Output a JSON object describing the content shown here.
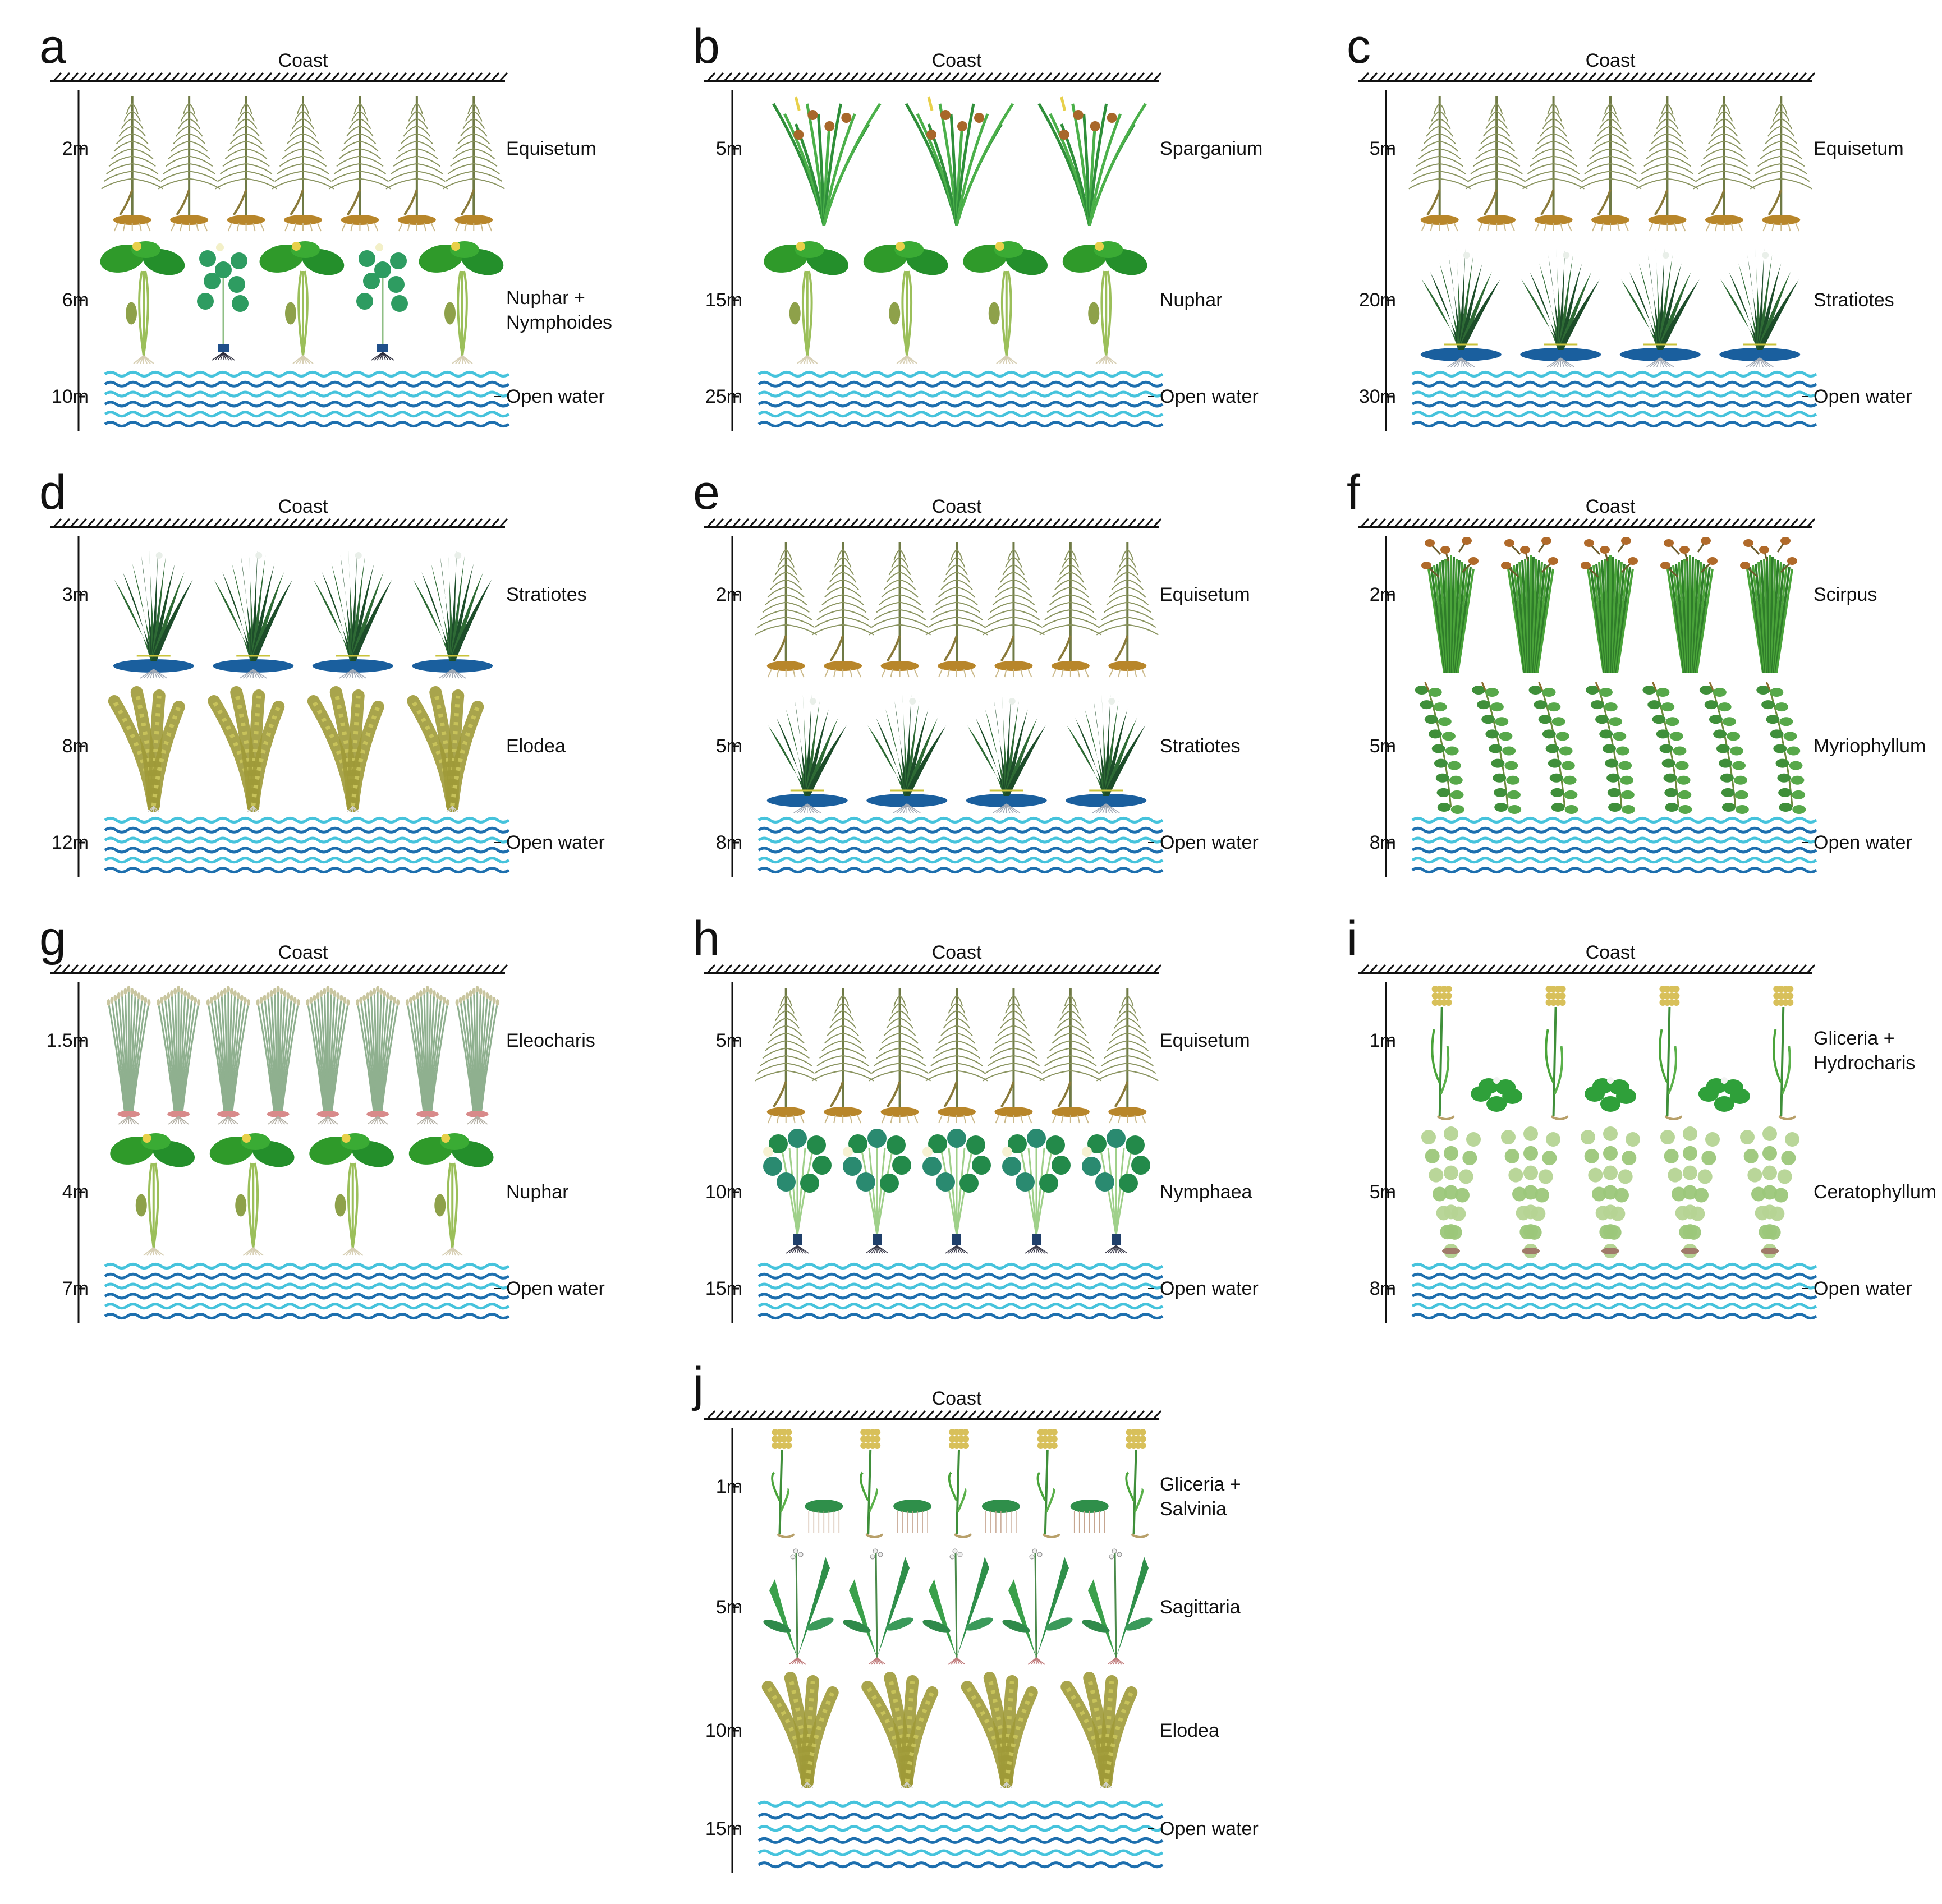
{
  "panels": [
    {
      "letter": "a",
      "coast": "Coast",
      "rows": [
        {
          "depth": "2m",
          "label": "Equisetum",
          "plant": "equisetum"
        },
        {
          "depth": "6m",
          "label": "Nuphar +\nNymphoides",
          "plant": "nuphar-nymphoides"
        },
        {
          "depth": "10m",
          "label": "Open water",
          "plant": "water"
        }
      ]
    },
    {
      "letter": "b",
      "coast": "Coast",
      "rows": [
        {
          "depth": "5m",
          "label": "Sparganium",
          "plant": "sparganium"
        },
        {
          "depth": "15m",
          "label": "Nuphar",
          "plant": "nuphar"
        },
        {
          "depth": "25m",
          "label": "Open water",
          "plant": "water"
        }
      ]
    },
    {
      "letter": "c",
      "coast": "Coast",
      "rows": [
        {
          "depth": "5m",
          "label": "Equisetum",
          "plant": "equisetum"
        },
        {
          "depth": "20m",
          "label": "Stratiotes",
          "plant": "stratiotes"
        },
        {
          "depth": "30m",
          "label": "Open water",
          "plant": "water"
        }
      ]
    },
    {
      "letter": "d",
      "coast": "Coast",
      "rows": [
        {
          "depth": "3m",
          "label": "Stratiotes",
          "plant": "stratiotes"
        },
        {
          "depth": "8m",
          "label": "Elodea",
          "plant": "elodea"
        },
        {
          "depth": "12m",
          "label": "Open water",
          "plant": "water"
        }
      ]
    },
    {
      "letter": "e",
      "coast": "Coast",
      "rows": [
        {
          "depth": "2m",
          "label": "Equisetum",
          "plant": "equisetum"
        },
        {
          "depth": "5m",
          "label": "Stratiotes",
          "plant": "stratiotes"
        },
        {
          "depth": "8m",
          "label": "Open water",
          "plant": "water"
        }
      ]
    },
    {
      "letter": "f",
      "coast": "Coast",
      "rows": [
        {
          "depth": "2m",
          "label": "Scirpus",
          "plant": "scirpus"
        },
        {
          "depth": "5m",
          "label": "Myriophyllum",
          "plant": "myriophyllum"
        },
        {
          "depth": "8m",
          "label": "Open water",
          "plant": "water"
        }
      ]
    },
    {
      "letter": "g",
      "coast": "Coast",
      "rows": [
        {
          "depth": "1.5m",
          "label": "Eleocharis",
          "plant": "eleocharis"
        },
        {
          "depth": "4m",
          "label": "Nuphar",
          "plant": "nuphar"
        },
        {
          "depth": "7m",
          "label": "Open water",
          "plant": "water"
        }
      ]
    },
    {
      "letter": "h",
      "coast": "Coast",
      "rows": [
        {
          "depth": "5m",
          "label": "Equisetum",
          "plant": "equisetum"
        },
        {
          "depth": "10m",
          "label": "Nymphaea",
          "plant": "nymphaea"
        },
        {
          "depth": "15m",
          "label": "Open water",
          "plant": "water"
        }
      ]
    },
    {
      "letter": "i",
      "coast": "Coast",
      "rows": [
        {
          "depth": "1m",
          "label": "Gliceria +\nHydrocharis",
          "plant": "glyceria-hydrocharis"
        },
        {
          "depth": "5m",
          "label": "Ceratophyllum",
          "plant": "ceratophyllum"
        },
        {
          "depth": "8m",
          "label": "Open water",
          "plant": "water"
        }
      ]
    },
    {
      "letter": "j",
      "coast": "Coast",
      "rows": [
        {
          "depth": "1m",
          "label": "Gliceria +\nSalvinia",
          "plant": "glyceria-salvinia"
        },
        {
          "depth": "5m",
          "label": "Sagittaria",
          "plant": "sagittaria"
        },
        {
          "depth": "10m",
          "label": "Elodea",
          "plant": "elodea"
        },
        {
          "depth": "15m",
          "label": "Open water",
          "plant": "water"
        }
      ]
    }
  ],
  "colors": {
    "ink": "#111111",
    "water_light": "#46c3dc",
    "water_dark": "#1d6fae",
    "leaf_green": "#2f9a2a",
    "dark_green": "#1f5d2a",
    "olive": "#a7a43a",
    "pale_green": "#9cc77a",
    "rhizome": "#b8862a",
    "flower_yellow": "#e8d04a",
    "seed_brown": "#a8672a",
    "stratiotes_blue": "#1a5f9e"
  }
}
